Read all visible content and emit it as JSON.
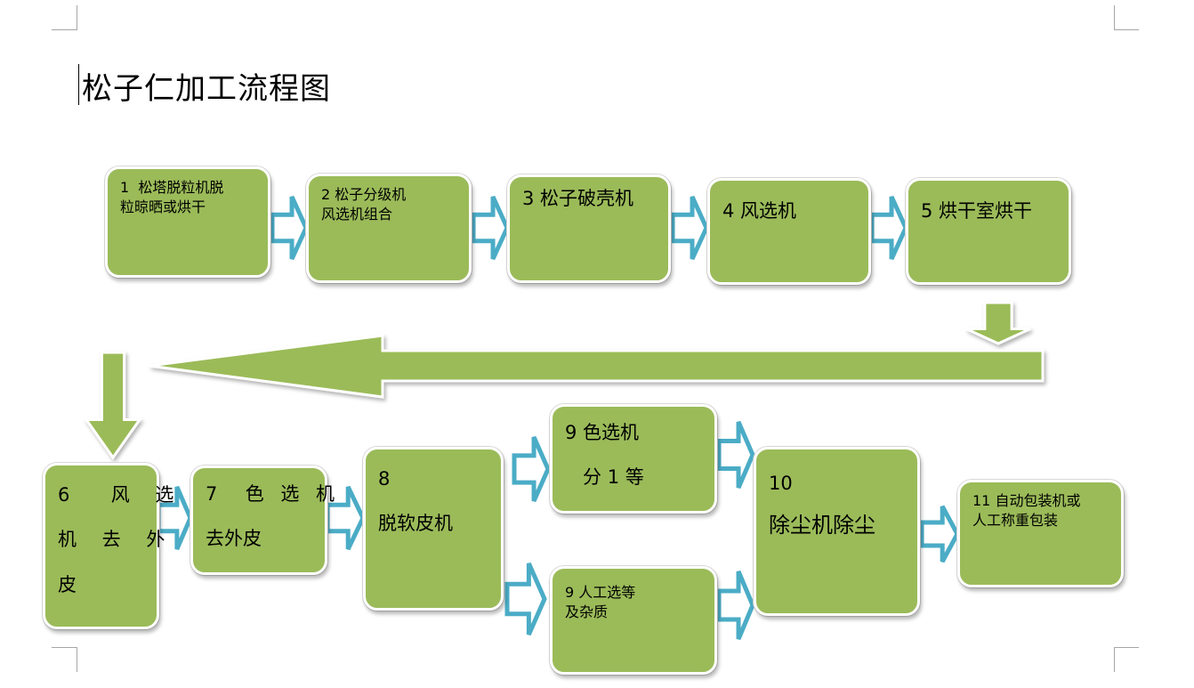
{
  "title": "松子仁加工流程图",
  "colors": {
    "node_fill": "#9bbb59",
    "node_border": "#ffffff",
    "right_arrow_fill": "#ffffff",
    "right_arrow_stroke": "#4bacc6",
    "down_arrow_fill": "#9bbb59",
    "big_arrow_fill": "#9bbb59"
  },
  "steps": [
    {
      "id": "1",
      "lines": [
        "1  松塔脱粒机脱",
        "粒晾晒或烘干"
      ]
    },
    {
      "id": "2",
      "lines": [
        "2 松子分级机",
        "风选机组合"
      ]
    },
    {
      "id": "3",
      "lines": [
        "3 松子破壳机"
      ]
    },
    {
      "id": "4",
      "lines": [
        "4 风选机"
      ]
    },
    {
      "id": "5",
      "lines": [
        "5 烘干室烘干"
      ]
    },
    {
      "id": "6",
      "lines": [
        "6  风 选",
        "机 去 外",
        "皮"
      ]
    },
    {
      "id": "7",
      "lines": [
        "7  色 选 机",
        "去外皮"
      ]
    },
    {
      "id": "8",
      "lines": [
        "8",
        "脱软皮机"
      ]
    },
    {
      "id": "9a",
      "lines": [
        "9 色选机",
        "   分 1 等"
      ]
    },
    {
      "id": "9b",
      "lines": [
        "9 人工选等",
        "及杂质"
      ]
    },
    {
      "id": "10",
      "lines": [
        "10",
        "除尘机除尘"
      ]
    },
    {
      "id": "11",
      "lines": [
        "11 自动包装机或",
        "人工称重包装"
      ]
    }
  ]
}
